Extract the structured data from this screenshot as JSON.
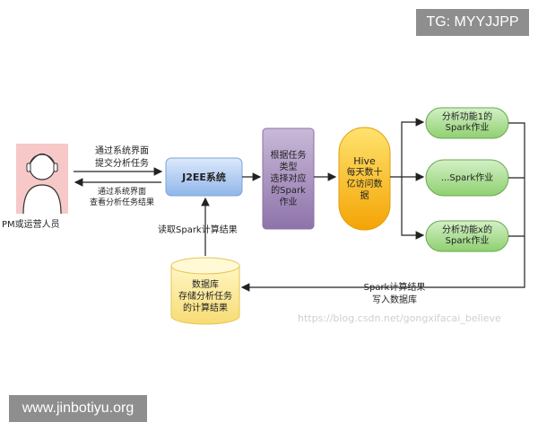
{
  "watermarks": {
    "top_right": "TG: MYYJJPP",
    "bottom_left": "www.jinbotiyu.org",
    "blog_url": "https://blog.csdn.net/gongxifacai_believe"
  },
  "diagram": {
    "person_label": "PM或运营人员",
    "arrow_submit": [
      "通过系统界面",
      "提交分析任务"
    ],
    "arrow_view": [
      "通过系统界面",
      "查看分析任务结果"
    ],
    "j2ee_label": "J2EE系统",
    "task_box": [
      "根据任务",
      "类型",
      "选择对应",
      "的Spark",
      "作业"
    ],
    "hive": [
      "Hive",
      "每天数十",
      "亿访问数",
      "据"
    ],
    "spark_job_1": [
      "分析功能1的",
      "Spark作业"
    ],
    "spark_job_2": [
      "...Spark作业"
    ],
    "spark_job_x": [
      "分析功能x的",
      "Spark作业"
    ],
    "write_back": [
      "Spark计算结果",
      "写入数据库"
    ],
    "read_results": "读取Spark计算结果",
    "database": [
      "数据库",
      "存储分析任务",
      "的计算结果"
    ]
  }
}
